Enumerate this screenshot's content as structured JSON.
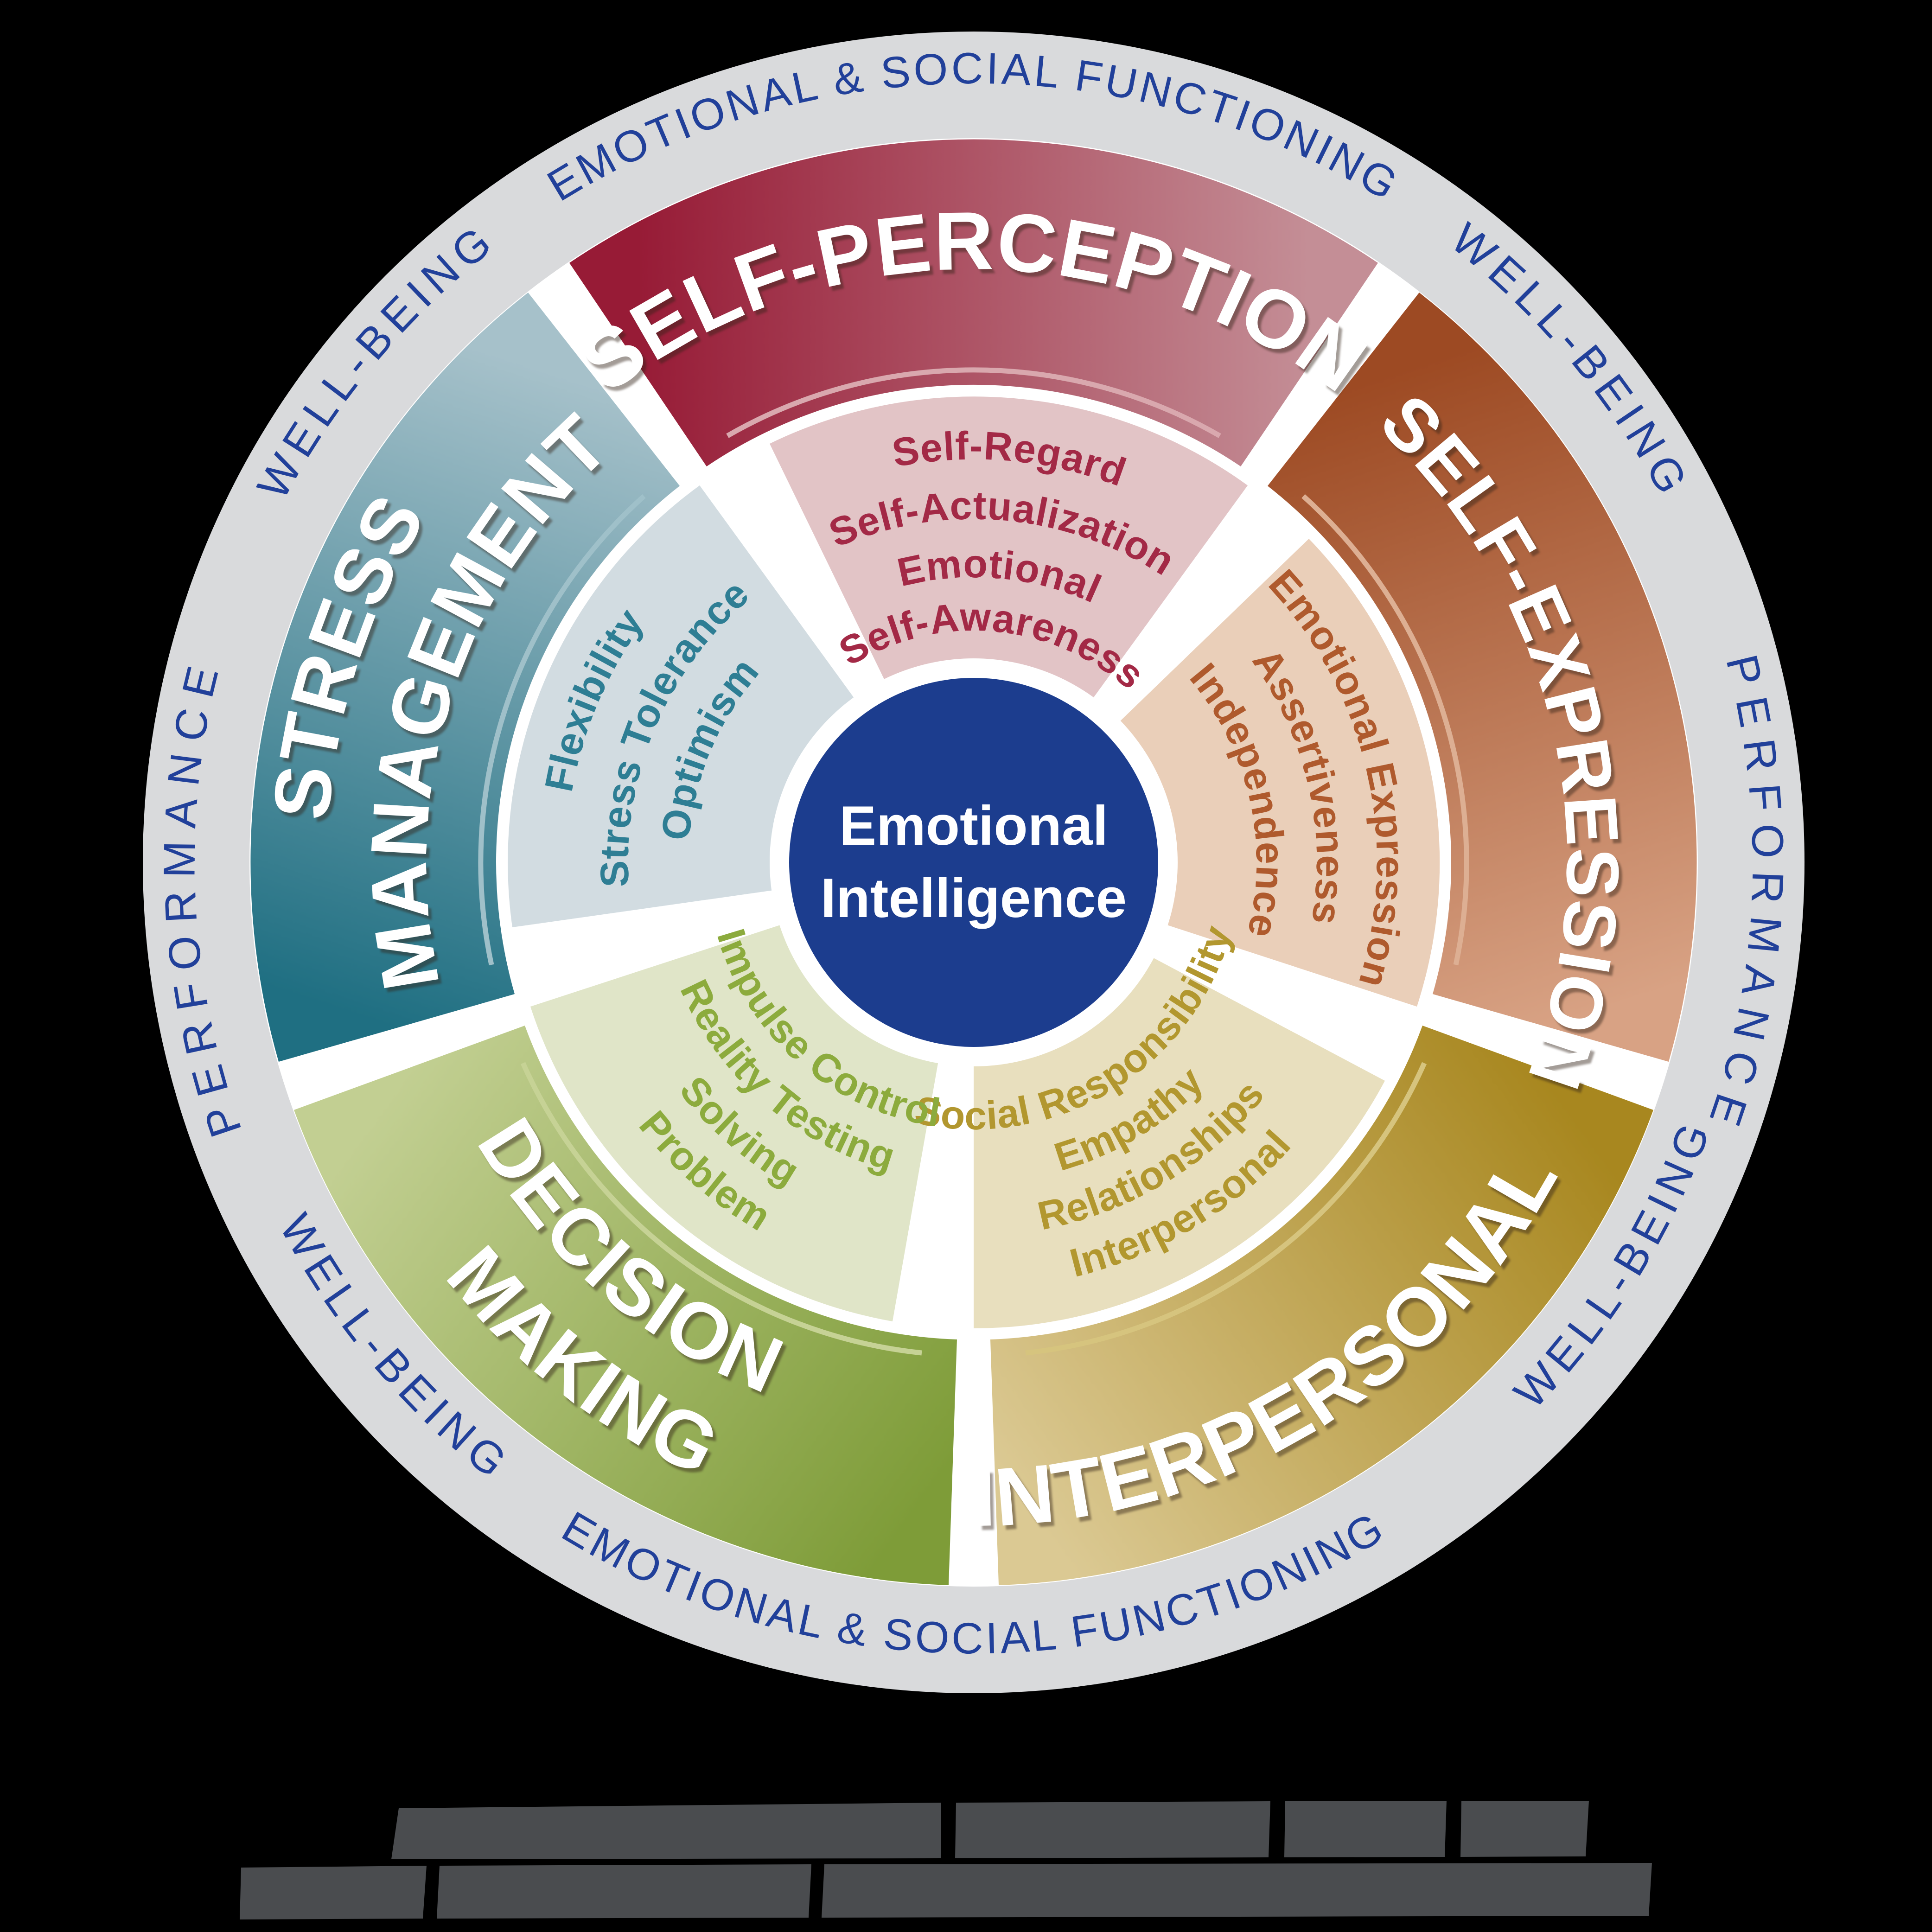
{
  "wheel": {
    "center_label": {
      "line1": "Emotional",
      "line2": "Intelligence"
    },
    "center_color": "#1C3D8E",
    "center_text_color": "#FFFFFF",
    "gap_color": "#FFFFFF",
    "title_text_color": "#FFFFFF",
    "outer_ring": {
      "ring_color": "#D9DADC",
      "text_color": "#21409A",
      "top_arc": "EMOTIONAL & SOCIAL FUNCTIONING",
      "bottom_arc": "EMOTIONAL & SOCIAL FUNCTIONING",
      "well_being_top_left": "WELL-BEING",
      "well_being_top_right": "WELL-BEING",
      "well_being_bottom_right": "WELL-BEING",
      "well_being_bottom_left": "WELL-BEING",
      "performance_left": "PERFORMANCE",
      "performance_right": "PERFORMANCE"
    },
    "wedges": [
      {
        "id": "self-perception",
        "title_lines": [
          "SELF-PERCEPTION"
        ],
        "subscale_lines": [
          "Self-Regard",
          "Self-Actualization",
          "Emotional",
          "Self-Awareness"
        ],
        "band_color_dark": "#971B36",
        "band_color_light": "#C48E96",
        "separator_color": "#D9A8AE",
        "inner_color": "#E2C4C6",
        "subscale_text_color": "#A32946"
      },
      {
        "id": "self-expression",
        "title_lines": [
          "SELF-EXPRESSION"
        ],
        "subscale_lines": [
          "Emotional Expression",
          "Assertiveness",
          "Independence"
        ],
        "band_color_dark": "#9D4A23",
        "band_color_light": "#D8A284",
        "separator_color": "#DDAF93",
        "inner_color": "#EACFB9",
        "subscale_text_color": "#AF5A2D"
      },
      {
        "id": "interpersonal",
        "title_lines": [
          "INTERPERSONAL"
        ],
        "subscale_lines": [
          "Interpersonal",
          "Relationships",
          "Empathy",
          "Social Responsibility"
        ],
        "band_color_dark": "#A8871F",
        "band_color_light": "#DBC993",
        "separator_color": "#D6C47E",
        "inner_color": "#E8DFBE",
        "subscale_text_color": "#B2972F"
      },
      {
        "id": "decision-making",
        "title_lines": [
          "DECISION",
          "MAKING"
        ],
        "subscale_lines": [
          "Problem",
          "Solving",
          "Reality Testing",
          "Impulse Control"
        ],
        "band_color_dark": "#7E9C38",
        "band_color_light": "#C2CF92",
        "separator_color": "#C6D295",
        "inner_color": "#E0E5C8",
        "subscale_text_color": "#8CAB3D"
      },
      {
        "id": "stress-management",
        "title_lines": [
          "STRESS",
          "MANAGEMENT"
        ],
        "subscale_lines": [
          "Flexibility",
          "Stress Tolerance",
          "Optimism"
        ],
        "band_color_dark": "#1F6F82",
        "band_color_light": "#A6C1CA",
        "separator_color": "#9FC0C9",
        "inner_color": "#D2DCE1",
        "subscale_text_color": "#2E7E94"
      }
    ]
  },
  "artifacts": {
    "color": "#4A4C4F"
  }
}
